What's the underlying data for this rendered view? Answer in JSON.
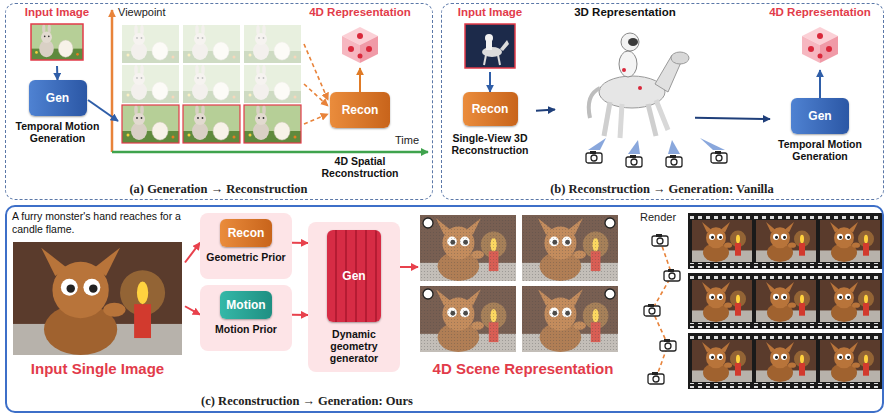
{
  "diagram": {
    "nodes": [
      {
        "text": [
          "(a) Generation → Reconstruction"
        ]
      },
      {
        "text": [
          "Input Image"
        ],
        "in": 0
      },
      {
        "text": [
          "Gen",
          "Temporal Motion Generation"
        ],
        "in": 0
      },
      {
        "text": [
          "Recon",
          "4D Spatial Reconstruction"
        ],
        "in": 0
      },
      {
        "text": [
          "4D Representation"
        ],
        "in": 0
      },
      {
        "text": [
          "(b) Reconstruction → Generation: Vanilla"
        ]
      },
      {
        "text": [
          "Input Image"
        ],
        "in": 5
      },
      {
        "text": [
          "Recon",
          "Single-View 3D Reconstruction"
        ],
        "in": 5
      },
      {
        "text": [
          "3D Representation"
        ],
        "in": 5
      },
      {
        "text": [
          "Gen",
          "Temporal Motion Generation"
        ],
        "in": 5
      },
      {
        "text": [
          "4D Representation"
        ],
        "in": 5
      },
      {
        "text": [
          "(c) Reconstruction → Generation: Ours"
        ]
      },
      {
        "text": [
          "A furry monster's hand reaches for a candle flame.",
          "Input Single Image"
        ],
        "in": 11
      },
      {
        "text": [
          "Recon",
          "Geometric Prior"
        ],
        "in": 11
      },
      {
        "text": [
          "Motion",
          "Motion Prior"
        ],
        "in": 11
      },
      {
        "text": [
          "Gen",
          "Dynamic geometry generator"
        ],
        "in": 11
      },
      {
        "text": [
          "4D Scene Representation"
        ],
        "in": 11
      }
    ],
    "edges": [
      {
        "from": 1,
        "to": 2,
        "arrow": "to"
      },
      {
        "from": 3,
        "to": 4,
        "arrow": "to"
      },
      {
        "from": 6,
        "to": 7,
        "arrow": "to"
      },
      {
        "from": 7,
        "to": 8,
        "arrow": "to"
      },
      {
        "from": 8,
        "to": 9,
        "arrow": "to"
      },
      {
        "from": 9,
        "to": 10,
        "arrow": "to"
      },
      {
        "from": 12,
        "to": 13,
        "arrow": "to"
      },
      {
        "from": 12,
        "to": 14,
        "arrow": "to"
      },
      {
        "from": 13,
        "to": 15,
        "arrow": "to"
      },
      {
        "from": 14,
        "to": 15,
        "arrow": "to"
      },
      {
        "from": 15,
        "to": 16,
        "arrow": "to"
      }
    ],
    "labels": [
      "Viewpoint",
      "Time",
      "Render"
    ]
  }
}
